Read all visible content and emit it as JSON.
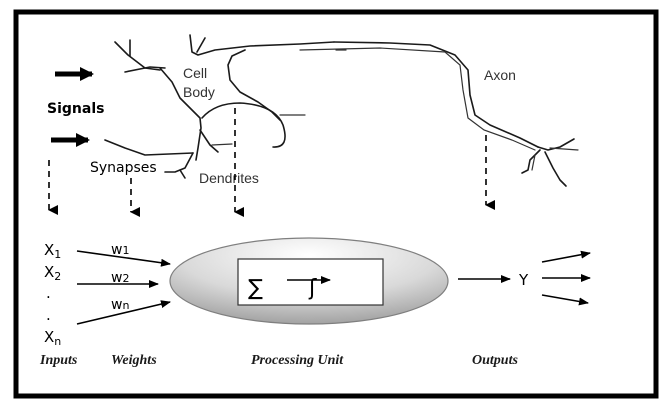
{
  "biological": {
    "signals": "Signals",
    "cell_body_line1": "Cell",
    "cell_body_line2": "Body",
    "axon": "Axon",
    "synapses": "Synapses",
    "dendrites": "Dendrites"
  },
  "model": {
    "inputs": [
      {
        "base": "X",
        "sub": "1"
      },
      {
        "base": "X",
        "sub": "2"
      },
      {
        "base": ".",
        "sub": ""
      },
      {
        "base": ".",
        "sub": ""
      },
      {
        "base": "X",
        "sub": "n"
      }
    ],
    "weights": [
      {
        "base": "w",
        "sub": "1"
      },
      {
        "base": "w",
        "sub": "2"
      },
      {
        "base": "w",
        "sub": "n"
      }
    ],
    "sum_symbol": "∑",
    "activation_symbol": "ʃ",
    "output": "Y"
  },
  "captions": {
    "inputs": "Inputs",
    "weights": "Weights",
    "processing_unit": "Processing Unit",
    "outputs": "Outputs"
  },
  "colors": {
    "signals_text": "#0b2f66",
    "synapses_text": "#17375e",
    "ellipse_light": "#ffffff",
    "ellipse_dark": "#a6a6a6"
  }
}
